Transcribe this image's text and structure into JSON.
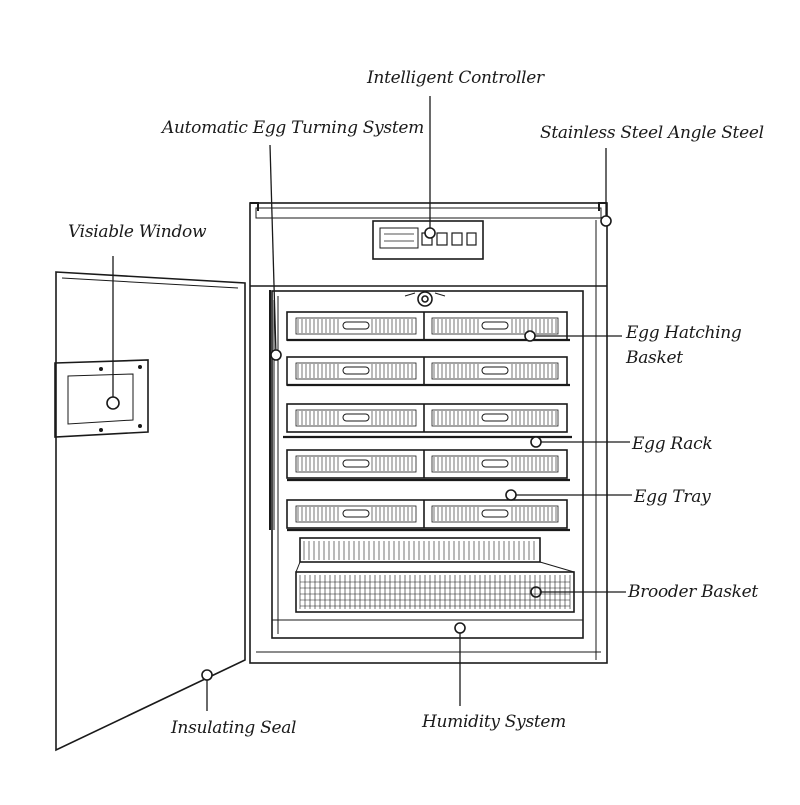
{
  "diagram": {
    "labels": {
      "intelligent_controller": "Intelligent Controller",
      "auto_egg_turning": "Automatic Egg Turning System",
      "stainless_steel": "Stainless Steel Angle Steel",
      "visiable_window": "Visiable Window",
      "egg_hatching_basket_line1": "Egg Hatching",
      "egg_hatching_basket_line2": "Basket",
      "egg_rack": "Egg Rack",
      "egg_tray": "Egg Tray",
      "brooder_basket": "Brooder Basket",
      "insulating_seal": "Insulating Seal",
      "humidity_system": "Humidity System"
    },
    "colors": {
      "ink": "#1a1a1a",
      "paper": "#ffffff"
    }
  }
}
